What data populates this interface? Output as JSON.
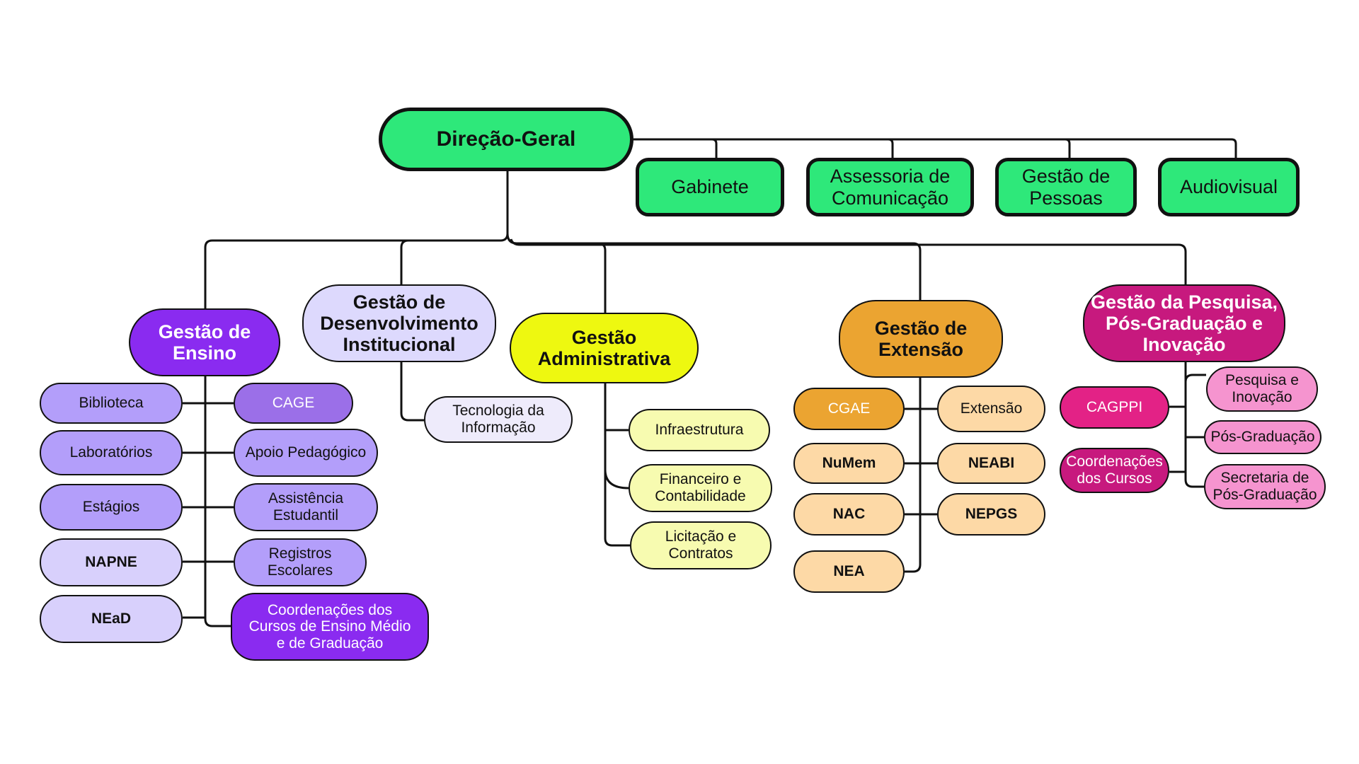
{
  "colors": {
    "green": "#2EE87A",
    "ensino_dark": "#8A2BF0",
    "ensino_mid": "#9B6FE8",
    "ensino_light": "#B39EFA",
    "ensino_pale": "#D8D0FC",
    "desenv": "#DDD9FD",
    "desenv_child": "#EEEBFB",
    "admin": "#EEF810",
    "admin_child": "#F7FBB0",
    "extensao": "#EBA431",
    "extensao_child": "#FDD9A6",
    "pesquisa": "#C7197E",
    "pesquisa_mid": "#E32286",
    "pesquisa_light": "#F594CF"
  },
  "root": {
    "label": "Direção-Geral"
  },
  "staff": [
    {
      "label": "Gabinete"
    },
    {
      "label": "Assessoria de\nComunicação"
    },
    {
      "label": "Gestão de\nPessoas"
    },
    {
      "label": "Audiovisual"
    }
  ],
  "ensino": {
    "label": "Gestão de\nEnsino",
    "left": [
      {
        "label": "Biblioteca"
      },
      {
        "label": "Laboratórios"
      },
      {
        "label": "Estágios"
      },
      {
        "label": "NAPNE"
      },
      {
        "label": "NEaD"
      }
    ],
    "right": [
      {
        "label": "CAGE"
      },
      {
        "label": "Apoio Pedagógico"
      },
      {
        "label": "Assistência\nEstudantil"
      },
      {
        "label": "Registros\nEscolares"
      },
      {
        "label": "Coordenações dos\nCursos de Ensino Médio\ne de Graduação"
      }
    ]
  },
  "desenvolvimento": {
    "label": "Gestão  de\nDesenvolvimento\nInstitucional",
    "children": [
      {
        "label": "Tecnologia da\nInformação"
      }
    ]
  },
  "administrativa": {
    "label": "Gestão\nAdministrativa",
    "children": [
      {
        "label": "Infraestrutura"
      },
      {
        "label": "Financeiro e\nContabilidade"
      },
      {
        "label": "Licitação e\nContratos"
      }
    ]
  },
  "extensao": {
    "label": "Gestão  de\nExtensão",
    "left": [
      {
        "label": "CGAE"
      },
      {
        "label": "NuMem"
      },
      {
        "label": "NAC"
      },
      {
        "label": "NEA"
      }
    ],
    "right": [
      {
        "label": "Extensão"
      },
      {
        "label": "NEABI"
      },
      {
        "label": "NEPGS"
      }
    ]
  },
  "pesquisa": {
    "label": "Gestão da Pesquisa,\nPós-Graduação e\nInovação",
    "left": [
      {
        "label": "CAGPPI"
      },
      {
        "label": "Coordenações\ndos Cursos"
      }
    ],
    "right": [
      {
        "label": "Pesquisa e\nInovação"
      },
      {
        "label": "Pós-Graduação"
      },
      {
        "label": "Secretaria de\nPós-Graduação"
      }
    ]
  }
}
